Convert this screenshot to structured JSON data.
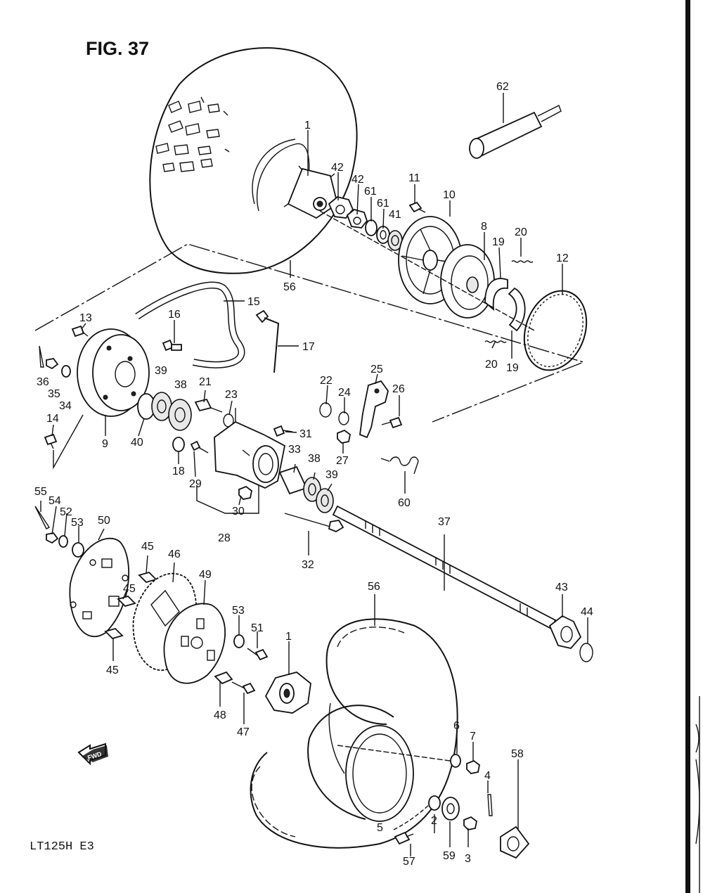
{
  "figure": {
    "title": "FIG. 37",
    "model_code": "LT125H  E3",
    "fwd_badge": "FWD"
  },
  "callouts": [
    {
      "id": "c62",
      "text": "62"
    },
    {
      "id": "c1a",
      "text": "1"
    },
    {
      "id": "c42a",
      "text": "42"
    },
    {
      "id": "c42b",
      "text": "42"
    },
    {
      "id": "c11",
      "text": "11"
    },
    {
      "id": "c10",
      "text": "10"
    },
    {
      "id": "c61a",
      "text": "61"
    },
    {
      "id": "c61b",
      "text": "61"
    },
    {
      "id": "c41",
      "text": "41"
    },
    {
      "id": "c8",
      "text": "8"
    },
    {
      "id": "c20a",
      "text": "20"
    },
    {
      "id": "c19a",
      "text": "19"
    },
    {
      "id": "c12",
      "text": "12"
    },
    {
      "id": "c56a",
      "text": "56"
    },
    {
      "id": "c15",
      "text": "15"
    },
    {
      "id": "c13",
      "text": "13"
    },
    {
      "id": "c16",
      "text": "16"
    },
    {
      "id": "c17",
      "text": "17"
    },
    {
      "id": "c20b",
      "text": "20"
    },
    {
      "id": "c19b",
      "text": "19"
    },
    {
      "id": "c36",
      "text": "36"
    },
    {
      "id": "c35",
      "text": "35"
    },
    {
      "id": "c34",
      "text": "34"
    },
    {
      "id": "c39a",
      "text": "39"
    },
    {
      "id": "c38a",
      "text": "38"
    },
    {
      "id": "c21",
      "text": "21"
    },
    {
      "id": "c22",
      "text": "22"
    },
    {
      "id": "c24",
      "text": "24"
    },
    {
      "id": "c25",
      "text": "25"
    },
    {
      "id": "c26",
      "text": "26"
    },
    {
      "id": "c23",
      "text": "23"
    },
    {
      "id": "c14",
      "text": "14"
    },
    {
      "id": "c9",
      "text": "9"
    },
    {
      "id": "c40",
      "text": "40"
    },
    {
      "id": "c31",
      "text": "31"
    },
    {
      "id": "c27",
      "text": "27"
    },
    {
      "id": "c33",
      "text": "33"
    },
    {
      "id": "c38b",
      "text": "38"
    },
    {
      "id": "c39b",
      "text": "39"
    },
    {
      "id": "c18",
      "text": "18"
    },
    {
      "id": "c29",
      "text": "29"
    },
    {
      "id": "c60",
      "text": "60"
    },
    {
      "id": "c30",
      "text": "30"
    },
    {
      "id": "c28",
      "text": "28"
    },
    {
      "id": "c37",
      "text": "37"
    },
    {
      "id": "c55",
      "text": "55"
    },
    {
      "id": "c54",
      "text": "54"
    },
    {
      "id": "c52",
      "text": "52"
    },
    {
      "id": "c53a",
      "text": "53"
    },
    {
      "id": "c50",
      "text": "50"
    },
    {
      "id": "c32",
      "text": "32"
    },
    {
      "id": "c45a",
      "text": "45"
    },
    {
      "id": "c46",
      "text": "46"
    },
    {
      "id": "c49",
      "text": "49"
    },
    {
      "id": "c45b",
      "text": "45"
    },
    {
      "id": "c56b",
      "text": "56"
    },
    {
      "id": "c43",
      "text": "43"
    },
    {
      "id": "c44",
      "text": "44"
    },
    {
      "id": "c53b",
      "text": "53"
    },
    {
      "id": "c51",
      "text": "51"
    },
    {
      "id": "c1b",
      "text": "1"
    },
    {
      "id": "c45c",
      "text": "45"
    },
    {
      "id": "c48",
      "text": "48"
    },
    {
      "id": "c47",
      "text": "47"
    },
    {
      "id": "c6",
      "text": "6"
    },
    {
      "id": "c7",
      "text": "7"
    },
    {
      "id": "c4",
      "text": "4"
    },
    {
      "id": "c58",
      "text": "58"
    },
    {
      "id": "c2",
      "text": "2"
    },
    {
      "id": "c59",
      "text": "59"
    },
    {
      "id": "c3",
      "text": "3"
    },
    {
      "id": "c57",
      "text": "57"
    },
    {
      "id": "c5",
      "text": "5"
    }
  ]
}
